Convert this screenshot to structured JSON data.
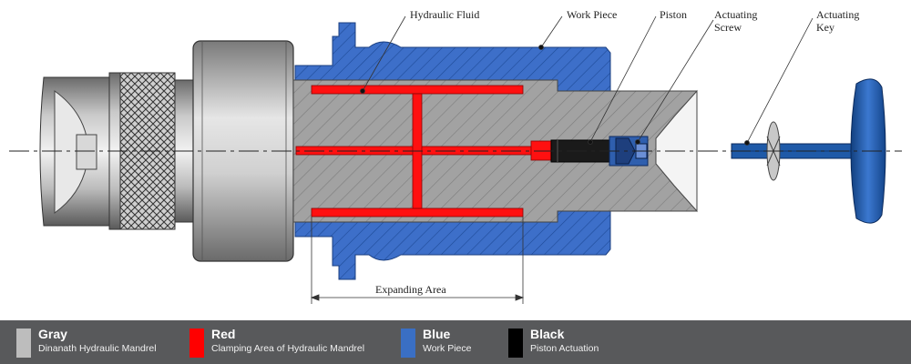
{
  "callouts": {
    "hydraulic_fluid": "Hydraulic Fluid",
    "work_piece": "Work Piece",
    "piston": "Piston",
    "actuating_screw_line1": "Actuating",
    "actuating_screw_line2": "Screw",
    "actuating_key_line1": "Actuating",
    "actuating_key_line2": "Key",
    "expanding_area": "Expanding Area"
  },
  "legend": [
    {
      "name": "Gray",
      "description": "Dinanath Hydraulic Mandrel",
      "color": "#bdbdbd"
    },
    {
      "name": "Red",
      "description": "Clamping Area of  Hydraulic Mandrel",
      "color": "#ff0000"
    },
    {
      "name": "Blue",
      "description": "Work Piece",
      "color": "#3a6fc4"
    },
    {
      "name": "Black",
      "description": "Piston Actuation",
      "color": "#000000"
    }
  ],
  "colors": {
    "mandrel_gray": "#9a9a9a",
    "workpiece_blue": "#3d6fc9",
    "fluid_red": "#ff1010",
    "key_blue": "#1f5aa8"
  }
}
